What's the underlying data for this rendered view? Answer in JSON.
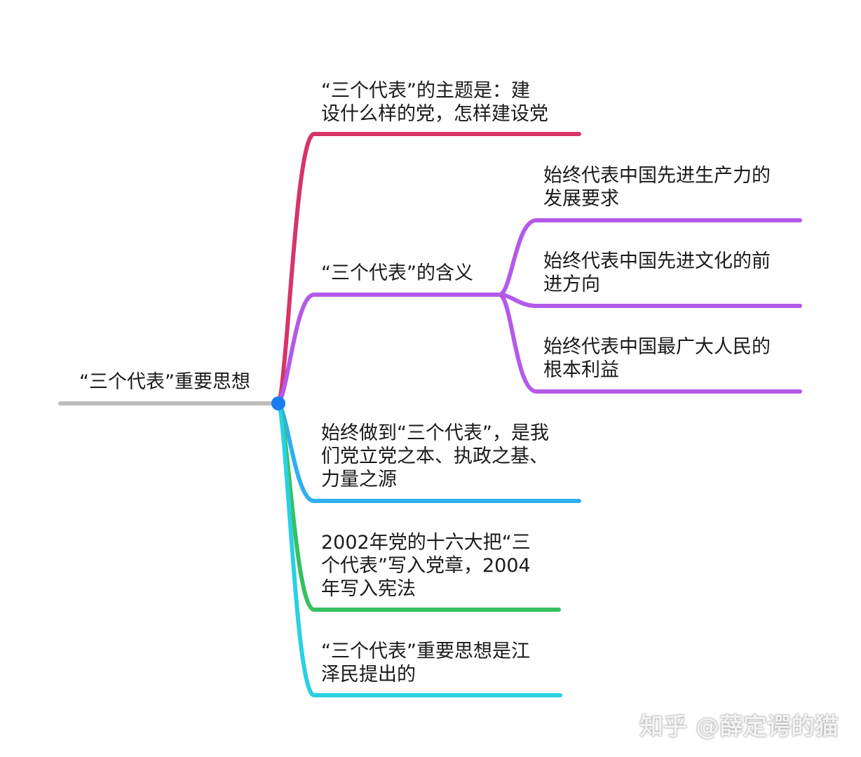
{
  "root": {
    "label": "“三个代表”重要思想"
  },
  "branches": [
    {
      "id": "theme",
      "color": "#d63567",
      "lines": [
        "“三个代表”的主题是：建",
        "设什么样的党，怎样建设党"
      ]
    },
    {
      "id": "meaning",
      "color": "#b45ae8",
      "lines": [
        "“三个代表”的含义"
      ],
      "children": [
        {
          "id": "productivity",
          "lines": [
            "始终代表中国先进生产力的",
            "发展要求"
          ]
        },
        {
          "id": "culture",
          "lines": [
            "始终代表中国先进文化的前",
            "进方向"
          ]
        },
        {
          "id": "people",
          "lines": [
            "始终代表中国最广大人民的",
            "根本利益"
          ]
        }
      ]
    },
    {
      "id": "foundation",
      "color": "#2fb0ee",
      "lines": [
        "始终做到“三个代表”，是我",
        "们党立党之本、执政之基、",
        "力量之源"
      ]
    },
    {
      "id": "history",
      "color": "#35c160",
      "lines": [
        "2002年党的十六大把“三",
        "个代表”写入党章，2004",
        "年写入宪法"
      ]
    },
    {
      "id": "origin",
      "color": "#2ad0e4",
      "lines": [
        "“三个代表”重要思想是江",
        "泽民提出的"
      ]
    }
  ],
  "root_color": "#bdbdbd",
  "node_color": "#1a7cf0",
  "watermark": "知乎 @薛定谔的猫"
}
